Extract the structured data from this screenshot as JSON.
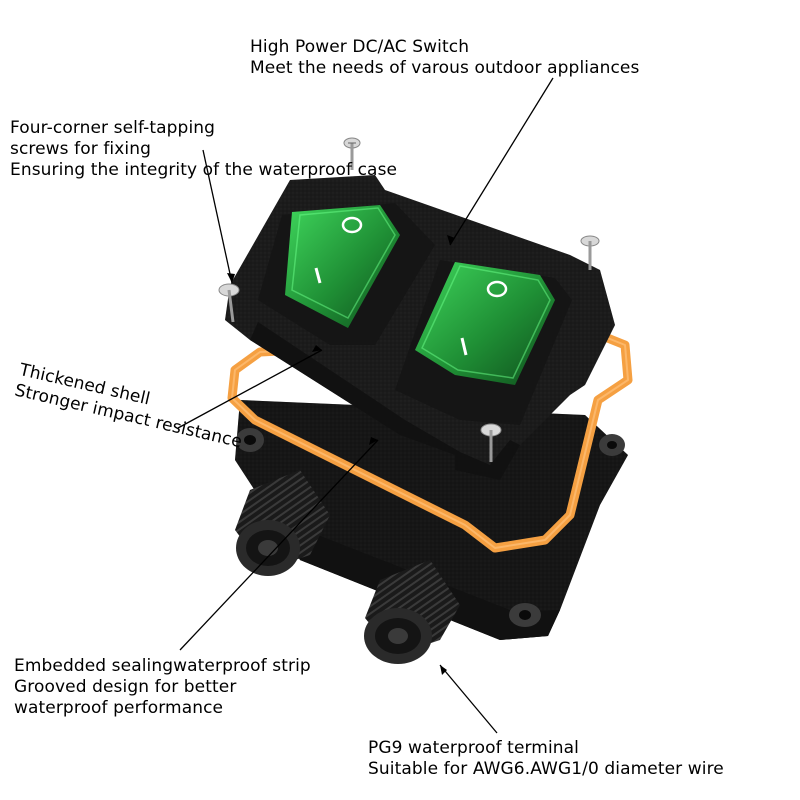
{
  "callouts": {
    "switch": {
      "line1": "High Power DC/AC Switch",
      "line2": "Meet the needs of varous outdoor appliances"
    },
    "screws": {
      "line1": "Four-corner self-tapping",
      "line2": "screws for fixing",
      "line3": "Ensuring the integrity of the waterproof case"
    },
    "shell": {
      "line1": "Thickened shell",
      "line2": "Stronger impact resistance"
    },
    "sealing": {
      "line1": "Embedded sealingwaterproof strip",
      "line2": "Grooved design for better",
      "line3": "waterproof performance"
    },
    "terminal": {
      "line1": "PG9 waterproof terminal",
      "line2": "Suitable for AWG6.AWG1/0 diameter wire"
    }
  },
  "switch_symbols": {
    "on": "I",
    "off": "O"
  },
  "colors": {
    "housing": "#1c1c1c",
    "switch_green": "#2fb84a",
    "gasket_orange": "#f5a042",
    "background": "#ffffff"
  }
}
